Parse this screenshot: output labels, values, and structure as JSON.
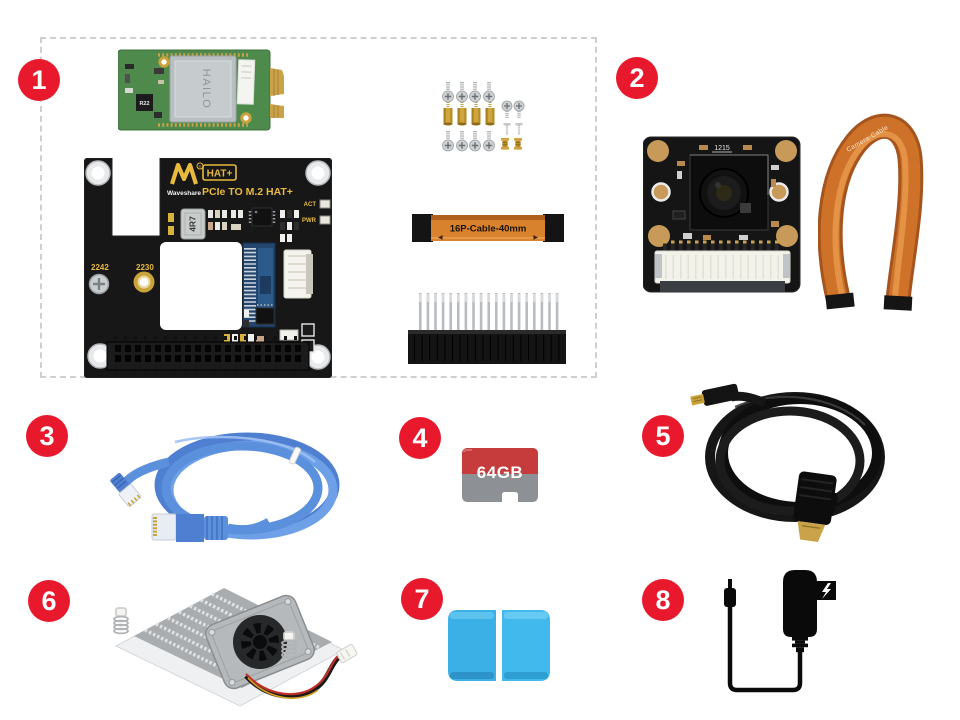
{
  "badges": [
    "1",
    "2",
    "3",
    "4",
    "5",
    "6",
    "7",
    "8"
  ],
  "hat_board": {
    "brand": "Waveshare",
    "brand_reg": "®",
    "hat_label": "HAT+",
    "title": "PCIe TO M.2 HAT+",
    "led_act": "ACT",
    "led_pwr": "PWR",
    "inductor_label": "4R7",
    "size_label_2242": "2242",
    "size_label_2230": "2230"
  },
  "hailo_module": {
    "chip_label": "HAILO",
    "inductor_label": "R22"
  },
  "ribbon_cable_16p": {
    "label": "16P-Cable-40mm",
    "arrow_left": "◀",
    "arrow_right": "▶"
  },
  "camera_module": {
    "board_marking": "1215",
    "cable_label": "Camera-Cable"
  },
  "sd_card": {
    "capacity_label": "64GB"
  },
  "colors": {
    "badge_red": "#e8192c",
    "silkscreen_yellow": "#e7b93c",
    "pcb_black": "#161616",
    "pcb_green": "#4e8a4c",
    "fpc_orange": "#d9782e",
    "ethernet_blue": "#5b90dd",
    "sd_red": "#c63c3c",
    "sd_gray": "#8d9196",
    "reader_blue": "#3ab3e8"
  }
}
